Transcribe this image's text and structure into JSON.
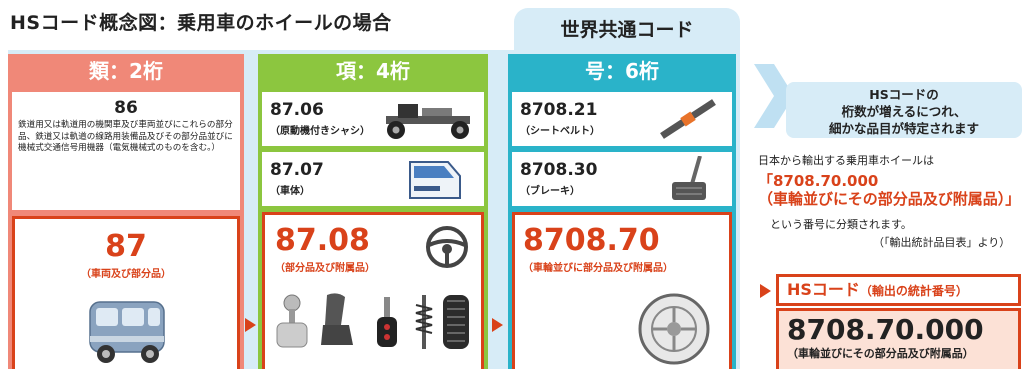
{
  "title": "HSコード概念図：乗用車のホイールの場合",
  "common_tab": "世界共通コード",
  "columns": {
    "rui": {
      "header": "類：2桁",
      "color": "#f08878",
      "entry": {
        "code": "86",
        "desc": "鉄道用又は軌道用の機関車及び車両並びにこれらの部分品、鉄道又は軌道の線路用装備品及びその部分品並びに機械式交通信号用機器（電気機械式のものを含む。）"
      },
      "highlight": {
        "code": "87",
        "sub": "（車両及び部分品）"
      }
    },
    "kou": {
      "header": "項：4桁",
      "color": "#8cc63f",
      "entries": [
        {
          "code": "87.06",
          "sub": "（原動機付きシャシ）"
        },
        {
          "code": "87.07",
          "sub": "（車体）"
        }
      ],
      "highlight": {
        "code": "87.08",
        "sub": "（部分品及び附属品）"
      }
    },
    "gou": {
      "header": "号：6桁",
      "color": "#2ab3c9",
      "entries": [
        {
          "code": "8708.21",
          "sub": "（シートベルト）"
        },
        {
          "code": "8708.30",
          "sub": "（ブレーキ）"
        }
      ],
      "highlight": {
        "code": "8708.70",
        "sub": "（車輪並びに部分品及び附属品）"
      }
    }
  },
  "right": {
    "message": [
      "HSコードの",
      "桁数が増えるにつれ、",
      "細かな品目が特定されます"
    ],
    "note1": "日本から輸出する乗用車ホイールは",
    "note_code": [
      "「8708.70.000",
      "（車輪並びにその部分品及び附属品）」"
    ],
    "note2": "という番号に分類されます。",
    "note3": "（「輸出統計品目表」より）",
    "hs_label": "HSコード",
    "hs_label_small": "（輸出の統計番号）",
    "final_code": "8708.70.000",
    "final_sub": "（車輪並びにその部分品及び附属品）"
  },
  "colors": {
    "accent": "#d9421a",
    "light_blue": "#d7ecf7",
    "arrow_blue": "#bfe0f2"
  },
  "icons": [
    "car-icon",
    "chassis-icon",
    "truck-cab-icon",
    "seatbelt-icon",
    "brake-pedal-icon",
    "steering-wheel-icon",
    "gear-shifter-icon",
    "car-seat-icon",
    "car-key-icon",
    "shock-absorber-icon",
    "tire-icon",
    "wheel-rim-icon"
  ]
}
